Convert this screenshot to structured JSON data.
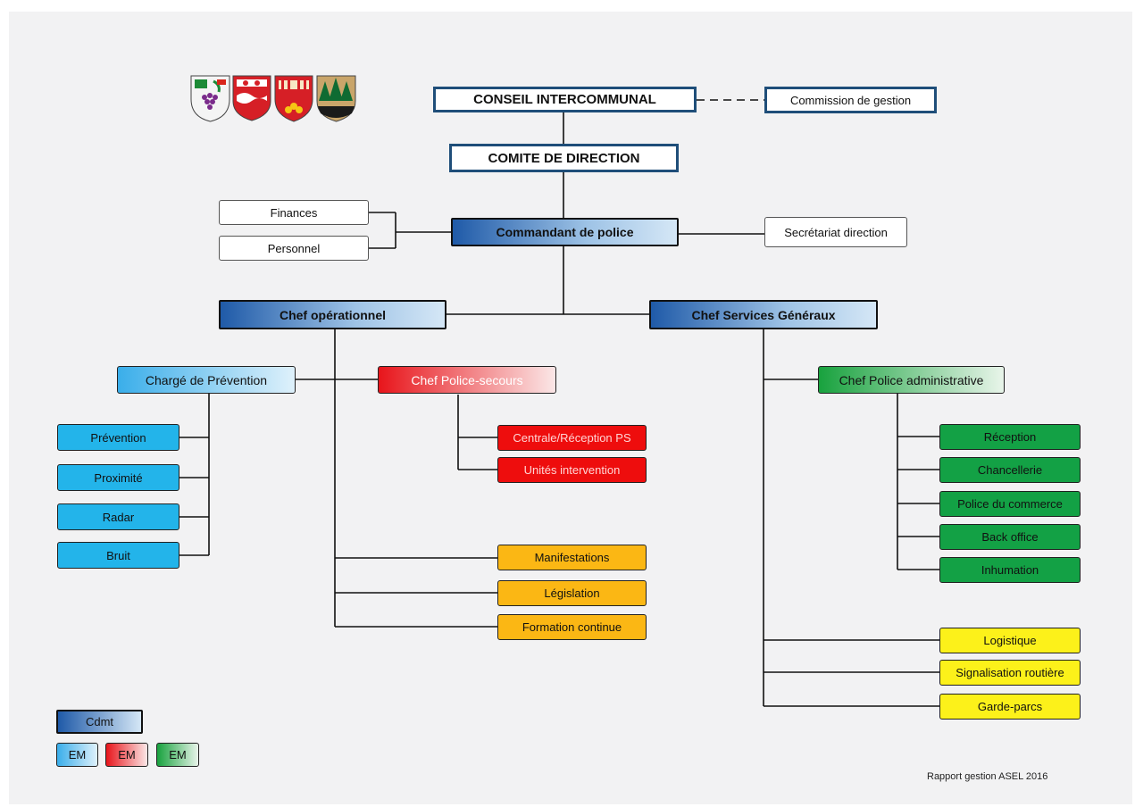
{
  "top": {
    "conseil": "CONSEIL INTERCOMMUNAL",
    "commission": "Commission de gestion",
    "comite": "COMITE DE DIRECTION",
    "finances": "Finances",
    "personnel": "Personnel",
    "commandant": "Commandant de police",
    "secretariat": "Secrétariat direction"
  },
  "operational": {
    "chef": "Chef opérationnel",
    "prevention_head": "Chargé de Prévention",
    "prevention_items": [
      "Prévention",
      "Proximité",
      "Radar",
      "Bruit"
    ],
    "police_secours_head": "Chef Police-secours",
    "police_secours_items": [
      "Centrale/Réception PS",
      "Unités intervention"
    ],
    "direct_items": [
      "Manifestations",
      "Législation",
      "Formation continue"
    ]
  },
  "general": {
    "chef": "Chef Services Généraux",
    "admin_head": "Chef Police administrative",
    "admin_items": [
      "Réception",
      "Chancellerie",
      "Police du commerce",
      "Back office",
      "Inhumation"
    ],
    "direct_items": [
      "Logistique",
      "Signalisation routière",
      "Garde-parcs"
    ]
  },
  "legend": {
    "cdmt": "Cdmt",
    "em": [
      "EM",
      "EM",
      "EM"
    ]
  },
  "crests": [
    "crest-vine-icon",
    "crest-red-white-icon",
    "crest-red-yellow-icon",
    "crest-fir-trees-icon"
  ],
  "footer": "Rapport gestion ASEL 2016",
  "colors": {
    "navy": "#1f4e79",
    "prevention": "#23b4ea",
    "police_secours": "#ee0d0d",
    "direct_ops": "#fbb714",
    "admin": "#13a145",
    "general_direct": "#fcf11a"
  }
}
